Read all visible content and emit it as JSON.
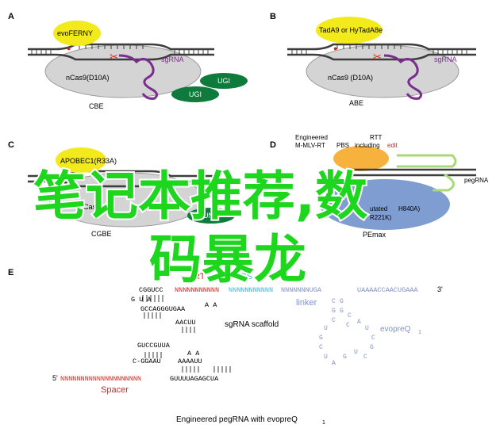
{
  "panels": {
    "a": {
      "letter": "A",
      "enzyme": "evoFERNY",
      "cas9": "nCas9(D10A)",
      "grna": "sgRNA",
      "ugi1": "UGI",
      "ugi2": "UGI",
      "editor": "CBE"
    },
    "b": {
      "letter": "B",
      "enzyme": "TadA9 or HyTadA8e",
      "cas9": "nCas9 (D10A)",
      "grna": "sgRNA",
      "editor": "ABE"
    },
    "c": {
      "letter": "C",
      "enzyme": "APOBEC1(R33A)",
      "cas9": "nCas9",
      "ung": "UNG",
      "editor": "CGBE"
    },
    "d": {
      "letter": "D",
      "rt_label_1": "Engineered",
      "rt_label_2": "M-MLV-RT",
      "pbs": "PBS",
      "rtt": "RTT",
      "including": "including",
      "edit": "edit",
      "grna": "pegRNA",
      "cas9_1": "utated",
      "cas9_2": "H840A)",
      "cas9_3": "R221K)",
      "editor": "PEmax"
    },
    "e": {
      "letter": "E",
      "seq_top_black": "CGGUCC",
      "seq_top_red": "NNNNNNNNNNN",
      "seq_top_cyan": "NNNNNNNNNNN",
      "seq_top_blue": "NNNNNNNUGA",
      "seq_top_right": "UAAAACCAACUGAAA",
      "three_prime": "3'",
      "five_prime": "5'",
      "rt_label": "RT",
      "pbs_label": "PBS",
      "linker_label": "linker",
      "scaffold_label": "sgRNA scaffold",
      "evopreq_label": "evopreQ",
      "evopreq_sub": "1",
      "spacer_label": "Spacer",
      "spacer_seq": "NNNNNNNNNNNNNNNNNNNN",
      "spacer_tail": "GUUUUAGAGCUA",
      "loop_seq_1": "GCCAGGGUGAA",
      "loop_seq_2": "AACUU",
      "loop_seq_3": "GUCCGUUA",
      "loop_seq_4": "C-GGAAU",
      "loop_seq_5": "AAAAUU",
      "caption": "Engineered pegRNA  with evopreQ",
      "caption_sub": "1"
    }
  },
  "watermark": {
    "line1": "笔记本推荐,数",
    "line2": "码暴龙"
  },
  "colors": {
    "enzyme_yellow": "#f2ea1a",
    "cas9_gray": "#d4d4d4",
    "ugi_green": "#0e7a3c",
    "grna_purple": "#7b2d8e",
    "scissors_red": "#d9261c",
    "dna_dark": "#3d3d3d",
    "rt_orange": "#f6b23c",
    "pe_blue": "#7f9dd1",
    "peg_green": "#a8d87a",
    "watermark_green": "#1ed61e",
    "spacer_red": "#d9261c",
    "pbs_cyan": "#3bb4e2",
    "linker_blue": "#8092c8"
  }
}
